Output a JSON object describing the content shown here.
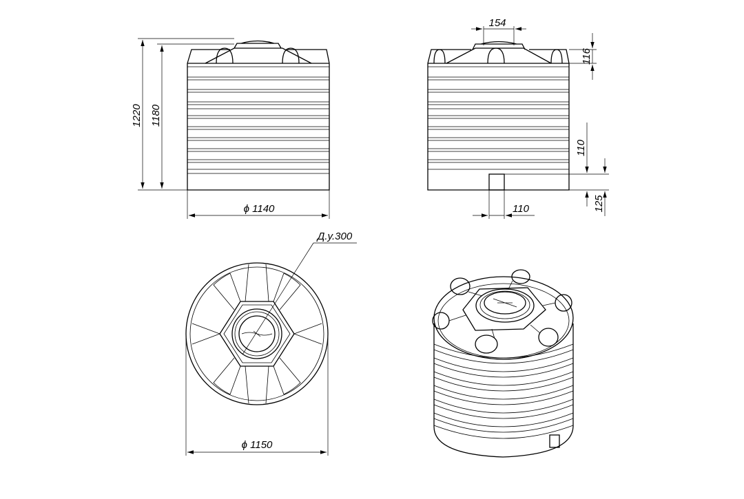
{
  "dimensions": {
    "height_total": "1220",
    "height_body": "1180",
    "diameter_side": "ϕ 1140",
    "hatch_width": "154",
    "hatch_height": "116",
    "outlet_height": "110",
    "outlet_offset": "125",
    "outlet_width": "110",
    "nominal_bore": "Д.у.300",
    "diameter_top": "ϕ 1150"
  },
  "colors": {
    "line": "#000000",
    "background": "#ffffff"
  }
}
